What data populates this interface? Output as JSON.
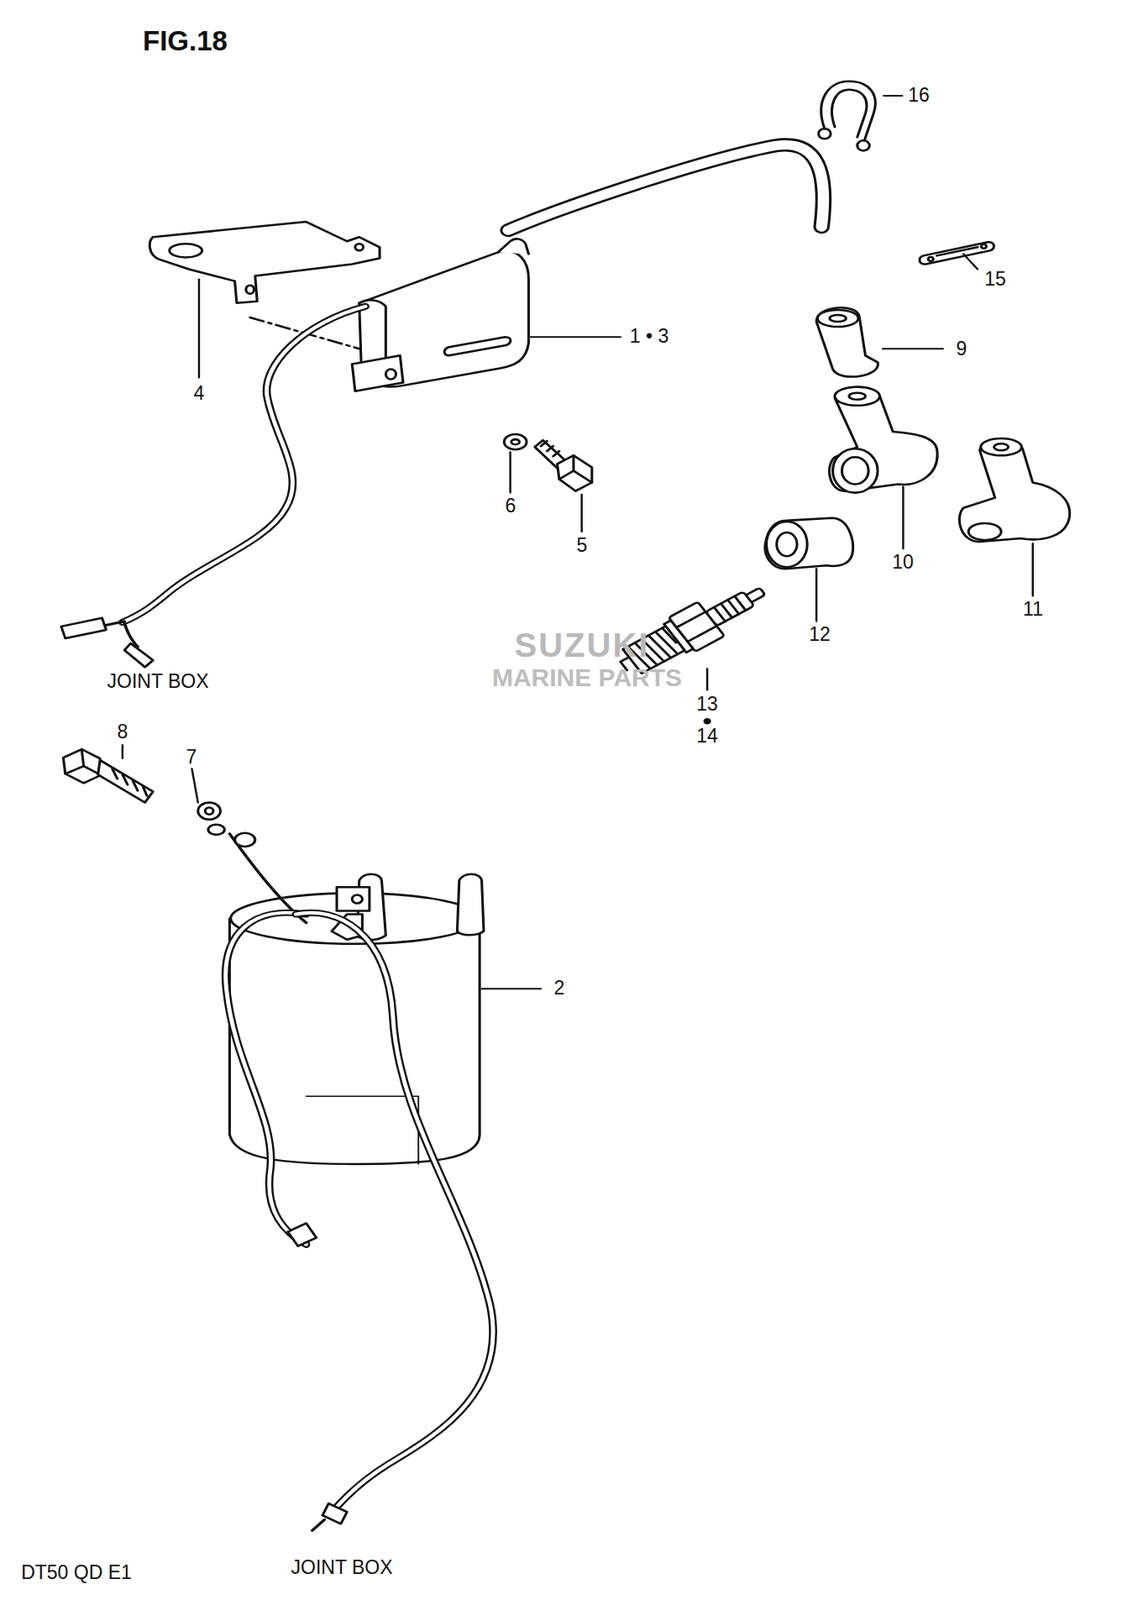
{
  "diagram": {
    "title": "FIG.18",
    "labels": [
      "16",
      "15",
      "1 • 3",
      "4",
      "9",
      "6",
      "5",
      "10",
      "11",
      "12",
      "13",
      "14",
      "JOINT BOX",
      "8",
      "7",
      "2",
      "JOINT BOX",
      "DT50 QD E1",
      "SUZUKI",
      "MARINE PARTS"
    ]
  }
}
